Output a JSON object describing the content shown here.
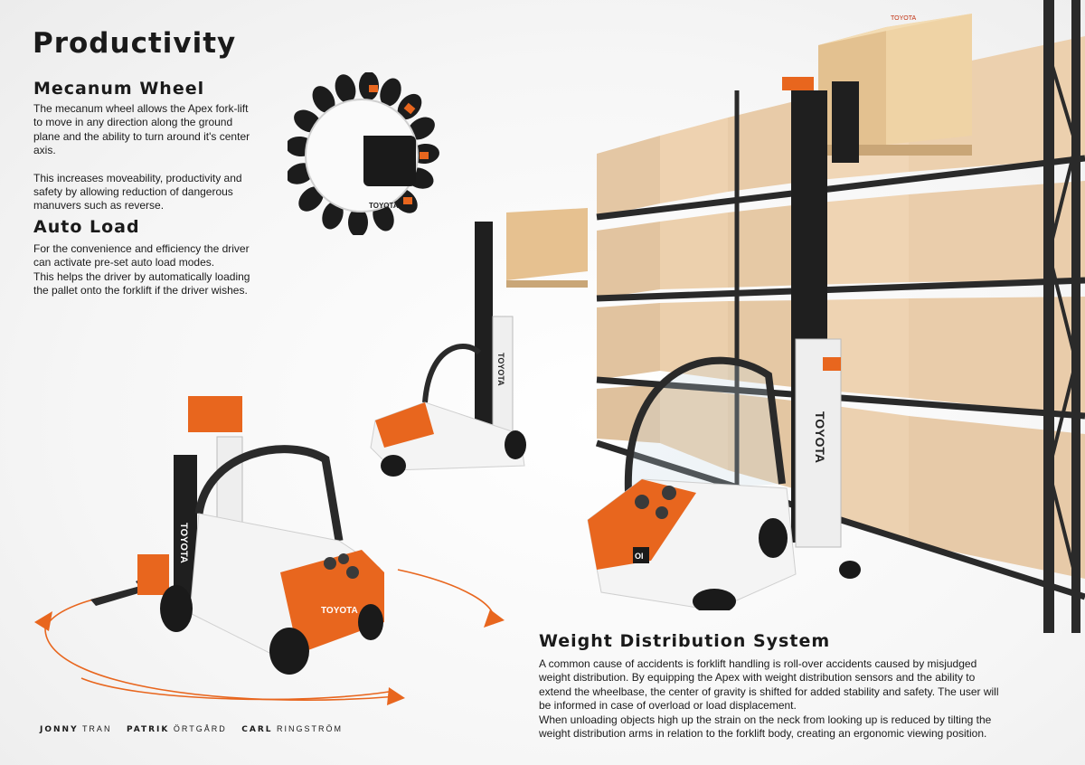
{
  "title": "Productivity",
  "mecanum": {
    "heading": "Mecanum Wheel",
    "para1": "The mecanum wheel allows the Apex fork-lift to move in any direction along the ground plane and the ability to turn around it's center axis.",
    "para2": "This increases moveability, productivity and safety by allowing reduction of dangerous manuvers such as reverse."
  },
  "autoload": {
    "heading": "Auto Load",
    "para1": "For the convenience and efficiency the driver can activate pre-set auto load modes.",
    "para2": "This helps the driver by automatically loading the pallet onto the forklift if the driver wishes."
  },
  "weight": {
    "heading": "Weight Distribution System",
    "para1": "A common cause of accidents is forklift handling is roll-over accidents caused by misjudged weight distribution. By equipping the Apex with weight distribution sensors and the ability to extend the wheelbase, the center of gravity is shifted for added stability and safety. The user will be informed in case of overload or load displacement.",
    "para2": "When unloading objects high up the strain on the neck from looking up is reduced by tilting the weight distribution arms in relation to the forklift body, creating an ergonomic viewing position."
  },
  "credits": [
    {
      "first": "JONNY",
      "last": "TRAN"
    },
    {
      "first": "PATRIK",
      "last": "ÖRTGÅRD"
    },
    {
      "first": "CARL",
      "last": "RINGSTRÖM"
    }
  ],
  "brand": {
    "name": "TOYOTA",
    "badge": "OI",
    "accent": "#e8661e",
    "dark": "#222222",
    "box": "#e6c495"
  }
}
